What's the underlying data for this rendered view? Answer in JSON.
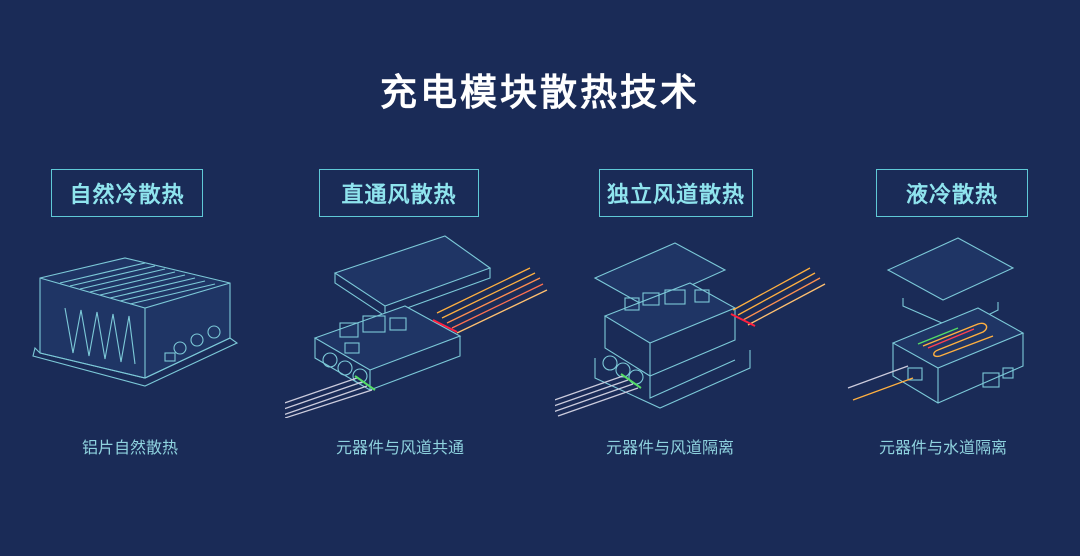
{
  "title": "充电模块散热技术",
  "methods": [
    {
      "label": "自然冷散热",
      "caption": "铝片自然散热"
    },
    {
      "label": "直通风散热",
      "caption": "元器件与风道共通"
    },
    {
      "label": "独立风道散热",
      "caption": "元器件与风道隔离"
    },
    {
      "label": "液冷散热",
      "caption": "元器件与水道隔离"
    }
  ],
  "colors": {
    "background": "#1a2b57",
    "outline": "#7cc9d8",
    "hot": "#ff2040",
    "warm": "#ffb040",
    "cool": "#55dd66"
  }
}
